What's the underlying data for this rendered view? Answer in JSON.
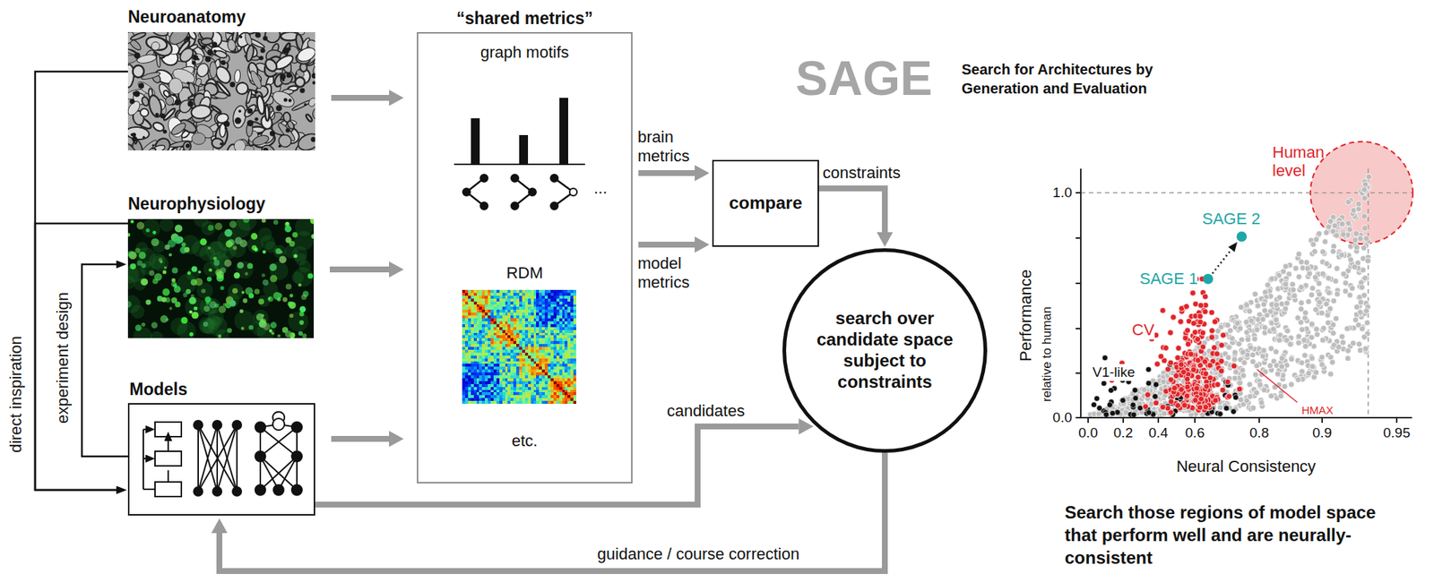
{
  "diagram": {
    "title": "SAGE",
    "caption": "Search those regions of model space that perform well and are neurally-consistent",
    "nodes": [
      {
        "text": [
          "Neuroanatomy"
        ]
      },
      {
        "text": [
          "Neurophysiology"
        ]
      },
      {
        "text": [
          "Models"
        ]
      },
      {
        "text": [
          "“shared metrics”",
          "graph motifs",
          "RDM",
          "etc."
        ]
      },
      {
        "text": [
          "compare"
        ]
      },
      {
        "text": [
          "search over candidate space subject to constraints"
        ]
      }
    ],
    "edges": [
      {
        "from": 0,
        "to": 3,
        "arrow": "to"
      },
      {
        "from": 1,
        "to": 3,
        "arrow": "to"
      },
      {
        "from": 2,
        "to": 3,
        "arrow": "to"
      },
      {
        "from": 3,
        "to": 4,
        "label": "brain metrics",
        "arrow": "to"
      },
      {
        "from": 3,
        "to": 4,
        "label": "model metrics",
        "arrow": "to"
      },
      {
        "from": 4,
        "to": 5,
        "label": "constraints",
        "arrow": "to"
      },
      {
        "from": 2,
        "to": 5,
        "label": "candidates",
        "arrow": "to"
      },
      {
        "from": 5,
        "to": 2,
        "label": "guidance / course correction",
        "arrow": "to"
      },
      {
        "from": 0,
        "to": 2,
        "label": "direct inspiration",
        "arrow": "to"
      },
      {
        "from": 1,
        "to": 2,
        "arrow": "to"
      },
      {
        "from": 2,
        "to": 1,
        "label": "experiment design",
        "arrow": "to"
      }
    ],
    "labels": [
      "Search for Architectures by Generation and Evaluation",
      "Performance",
      "relative to human",
      "1.0",
      "0.0",
      "0.0",
      "0.2",
      "0.4",
      "0.6",
      "0.8",
      "0.9",
      "0.95",
      "Neural Consistency",
      "Human level",
      "SAGE 1",
      "SAGE 2",
      "CV",
      "V1-like",
      "HMAX",
      "..."
    ]
  }
}
